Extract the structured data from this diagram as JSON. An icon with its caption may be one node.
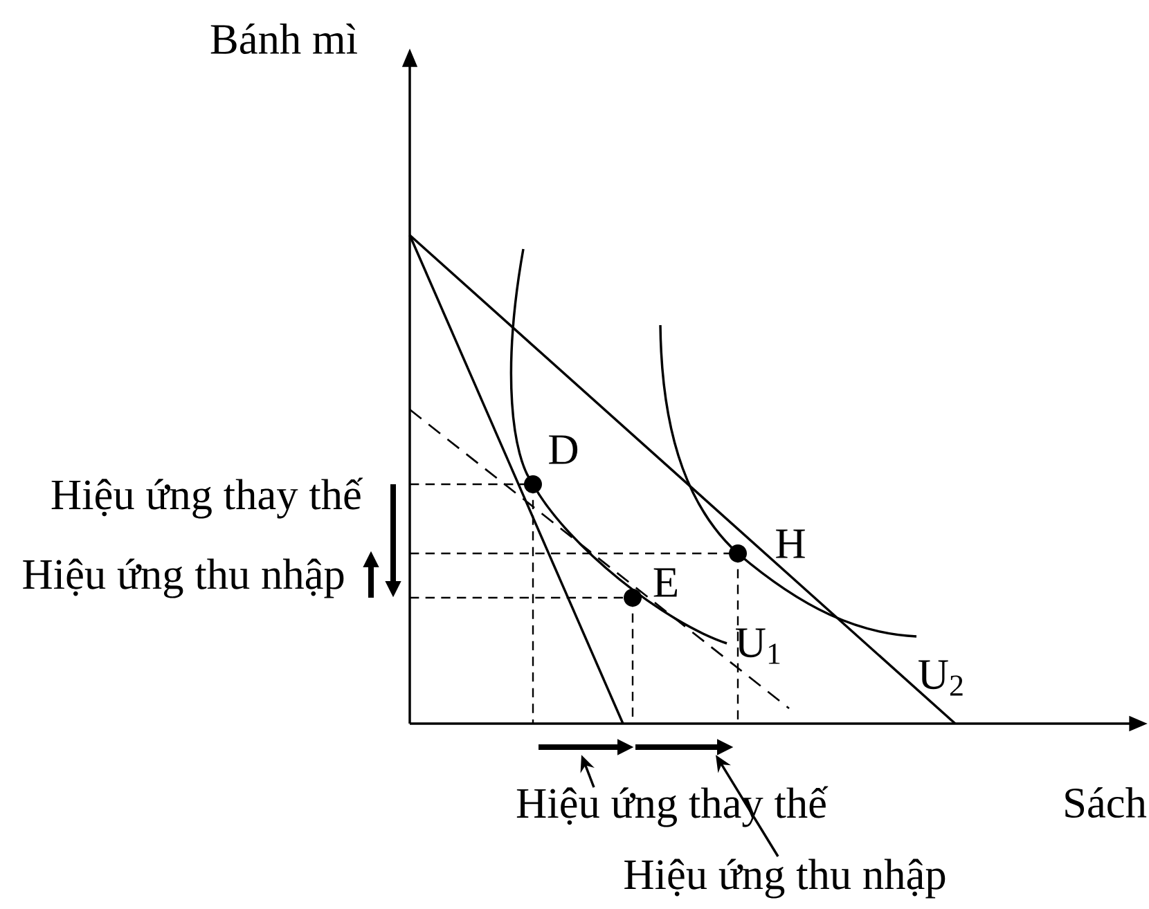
{
  "diagram": {
    "nodes": [
      {
        "text": [
          "Hiệu ứng thay thế"
        ]
      },
      {
        "text": [
          "Hiệu ứng thu nhập"
        ]
      },
      {
        "text": [],
        "shape": "arrow"
      },
      {
        "text": [],
        "shape": "arrow"
      }
    ],
    "edges": [
      {
        "from": 0,
        "to": 2,
        "arrow": "to"
      },
      {
        "from": 1,
        "to": 3,
        "arrow": "to"
      }
    ],
    "labels": [
      "Bánh mì",
      "Sách",
      "D",
      "E",
      "H",
      "U$_{1}$",
      "U$_{2}$",
      "Hiệu ứng thay thế",
      "Hiệu ứng thu nhập"
    ]
  }
}
